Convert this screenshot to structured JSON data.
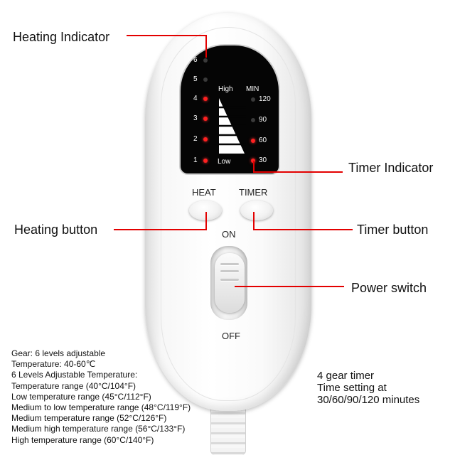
{
  "callouts": {
    "heating_indicator": "Heating Indicator",
    "timer_indicator": "Timer Indicator",
    "heating_button": "Heating button",
    "timer_button": "Timer button",
    "power_switch": "Power switch"
  },
  "display": {
    "heat_levels": [
      {
        "label": "6",
        "lit": false
      },
      {
        "label": "5",
        "lit": false
      },
      {
        "label": "4",
        "lit": true
      },
      {
        "label": "3",
        "lit": true
      },
      {
        "label": "2",
        "lit": true
      },
      {
        "label": "1",
        "lit": true
      }
    ],
    "timer_levels": [
      {
        "label": "120",
        "lit": false
      },
      {
        "label": "90",
        "lit": false
      },
      {
        "label": "60",
        "lit": true
      },
      {
        "label": "30",
        "lit": true
      }
    ],
    "high_label": "High",
    "min_label": "MIN",
    "low_label": "Low"
  },
  "buttons": {
    "heat_label": "HEAT",
    "timer_label": "TIMER",
    "on_label": "ON",
    "off_label": "OFF"
  },
  "specs_left": [
    "Gear: 6 levels adjustable",
    "Temperature: 40-60℃",
    "6 Levels Adjustable Temperature:",
    "Temperature range (40°C/104°F)",
    "Low temperature range (45°C/112°F)",
    "Medium to low temperature range (48°C/119°F)",
    "Medium temperature range (52°C/126°F)",
    "Medium high temperature range (56°C/133°F)",
    "High temperature range (60°C/140°F)"
  ],
  "specs_right": [
    "4 gear timer",
    "Time setting at",
    "30/60/90/120 minutes"
  ],
  "colors": {
    "callout_line": "#e30000",
    "led_on": "#ff2020",
    "display_bg": "#050505"
  }
}
